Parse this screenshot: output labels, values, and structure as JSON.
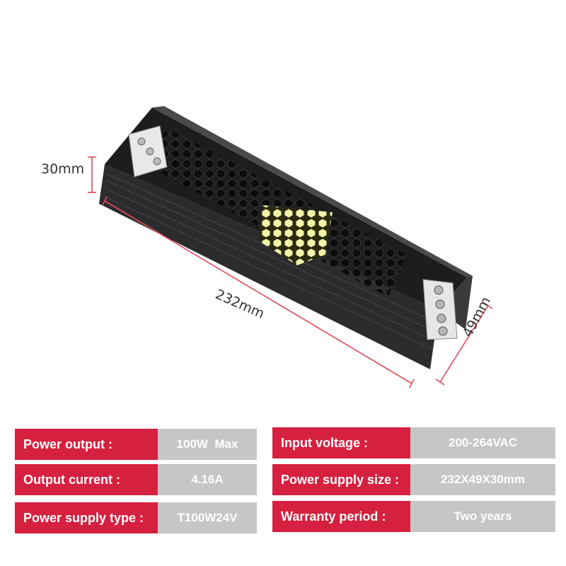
{
  "dimensions": {
    "height": "30mm",
    "length": "232mm",
    "width": "49mm"
  },
  "colors": {
    "label_bg": "#d6203f",
    "value_bg": "#c6c6c6",
    "dimension_line": "#e04a5c"
  },
  "specs": {
    "power_output": {
      "label": "Power output :",
      "value": "100W  Max"
    },
    "output_current": {
      "label": "Output current :",
      "value": "4.16A"
    },
    "power_supply_type": {
      "label": "Power supply type :",
      "value": "T100W24V"
    },
    "input_voltage": {
      "label": "Input voltage :",
      "value": "200-264VAC"
    },
    "power_supply_size": {
      "label": "Power supply size :",
      "value": "232X49X30mm"
    },
    "warranty_period": {
      "label": "Warranty period :",
      "value": "Two years"
    }
  }
}
